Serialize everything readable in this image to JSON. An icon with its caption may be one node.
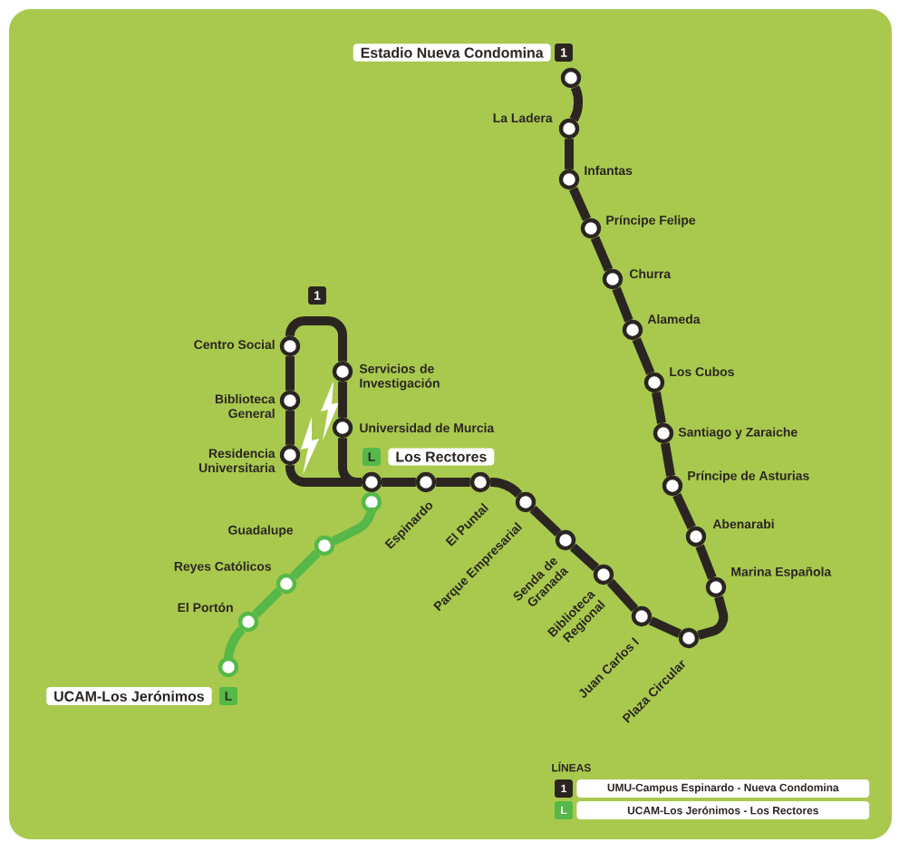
{
  "diagram": {
    "nodes": [
      {
        "text": [],
        "shape": "circle",
        "beside": [
          "Estadio Nueva Condomina"
        ]
      },
      {
        "text": [],
        "shape": "circle",
        "beside": [
          "La Ladera"
        ]
      },
      {
        "text": [],
        "shape": "circle",
        "beside": [
          "Infantas"
        ]
      },
      {
        "text": [],
        "shape": "circle",
        "beside": [
          "Príncipe Felipe"
        ]
      },
      {
        "text": [],
        "shape": "circle",
        "beside": [
          "Churra"
        ]
      },
      {
        "text": [],
        "shape": "circle",
        "beside": [
          "Alameda"
        ]
      },
      {
        "text": [],
        "shape": "circle",
        "beside": [
          "Los Cubos"
        ]
      },
      {
        "text": [],
        "shape": "circle",
        "beside": [
          "Santiago y Zaraiche"
        ]
      },
      {
        "text": [],
        "shape": "circle",
        "beside": [
          "Príncipe de Asturias"
        ]
      },
      {
        "text": [],
        "shape": "circle",
        "beside": [
          "Abenarabi"
        ]
      },
      {
        "text": [],
        "shape": "circle",
        "beside": [
          "Marina Española"
        ]
      },
      {
        "text": [],
        "shape": "circle",
        "beside": [
          "Plaza Circular"
        ]
      },
      {
        "text": [],
        "shape": "circle",
        "beside": [
          "Juan Carlos I"
        ]
      },
      {
        "text": [],
        "shape": "circle",
        "beside": [
          "Biblioteca Regional"
        ]
      },
      {
        "text": [],
        "shape": "circle",
        "beside": [
          "Senda de Granada"
        ]
      },
      {
        "text": [],
        "shape": "circle",
        "beside": [
          "Parque Empresarial"
        ]
      },
      {
        "text": [],
        "shape": "circle",
        "beside": [
          "El Puntal"
        ]
      },
      {
        "text": [],
        "shape": "circle",
        "beside": [
          "Espinardo"
        ]
      },
      {
        "text": [],
        "shape": "circle"
      },
      {
        "text": [],
        "shape": "circle",
        "beside": [
          "Universidad de Murcia"
        ]
      },
      {
        "text": [],
        "shape": "circle",
        "beside": [
          "Servicios de Investigación"
        ]
      },
      {
        "text": [],
        "shape": "circle",
        "beside": [
          "Centro Social"
        ]
      },
      {
        "text": [],
        "shape": "circle",
        "beside": [
          "Biblioteca General"
        ]
      },
      {
        "text": [],
        "shape": "circle",
        "beside": [
          "Residencia Universitaria"
        ]
      },
      {
        "text": [],
        "shape": "circle"
      },
      {
        "text": [],
        "shape": "circle",
        "beside": [
          "Guadalupe"
        ]
      },
      {
        "text": [],
        "shape": "circle",
        "beside": [
          "Reyes Católicos"
        ]
      },
      {
        "text": [],
        "shape": "circle",
        "beside": [
          "El Portón"
        ]
      },
      {
        "text": [],
        "shape": "circle",
        "beside": [
          "UCAM-Los Jerónimos"
        ]
      }
    ],
    "edges": [
      {
        "from": 0,
        "to": 1,
        "arrow": "none"
      },
      {
        "from": 1,
        "to": 2,
        "arrow": "none"
      },
      {
        "from": 2,
        "to": 3,
        "arrow": "none"
      },
      {
        "from": 3,
        "to": 4,
        "arrow": "none"
      },
      {
        "from": 4,
        "to": 5,
        "arrow": "none"
      },
      {
        "from": 5,
        "to": 6,
        "arrow": "none"
      },
      {
        "from": 6,
        "to": 7,
        "arrow": "none"
      },
      {
        "from": 7,
        "to": 8,
        "arrow": "none"
      },
      {
        "from": 8,
        "to": 9,
        "arrow": "none"
      },
      {
        "from": 9,
        "to": 10,
        "arrow": "none"
      },
      {
        "from": 10,
        "to": 11,
        "arrow": "none"
      },
      {
        "from": 11,
        "to": 12,
        "arrow": "none"
      },
      {
        "from": 12,
        "to": 13,
        "arrow": "none"
      },
      {
        "from": 13,
        "to": 14,
        "arrow": "none"
      },
      {
        "from": 14,
        "to": 15,
        "arrow": "none"
      },
      {
        "from": 15,
        "to": 16,
        "arrow": "none"
      },
      {
        "from": 16,
        "to": 17,
        "arrow": "none"
      },
      {
        "from": 17,
        "to": 18,
        "arrow": "none"
      },
      {
        "from": 18,
        "to": 19,
        "arrow": "none"
      },
      {
        "from": 19,
        "to": 20,
        "arrow": "none"
      },
      {
        "from": 20,
        "to": 21,
        "arrow": "none"
      },
      {
        "from": 21,
        "to": 22,
        "arrow": "none"
      },
      {
        "from": 22,
        "to": 23,
        "arrow": "none"
      },
      {
        "from": 23,
        "to": 18,
        "arrow": "none"
      },
      {
        "from": 24,
        "to": 25,
        "arrow": "none",
        "color": "#55b848"
      },
      {
        "from": 25,
        "to": 26,
        "arrow": "none",
        "color": "#55b848"
      },
      {
        "from": 26,
        "to": 27,
        "arrow": "none",
        "color": "#55b848"
      },
      {
        "from": 27,
        "to": 28,
        "arrow": "none",
        "color": "#55b848"
      }
    ],
    "labels": [
      "1",
      "1",
      "L",
      "Los Rectores",
      "L",
      "LÍNEAS",
      "1",
      "L"
    ],
    "legend": [
      {
        "text": "UMU-Campus Espinardo - Nueva Condomina",
        "color": "#2b2522"
      },
      {
        "text": "UCAM-Los Jerónimos - Los Rectores",
        "color": "#55b848"
      }
    ]
  }
}
